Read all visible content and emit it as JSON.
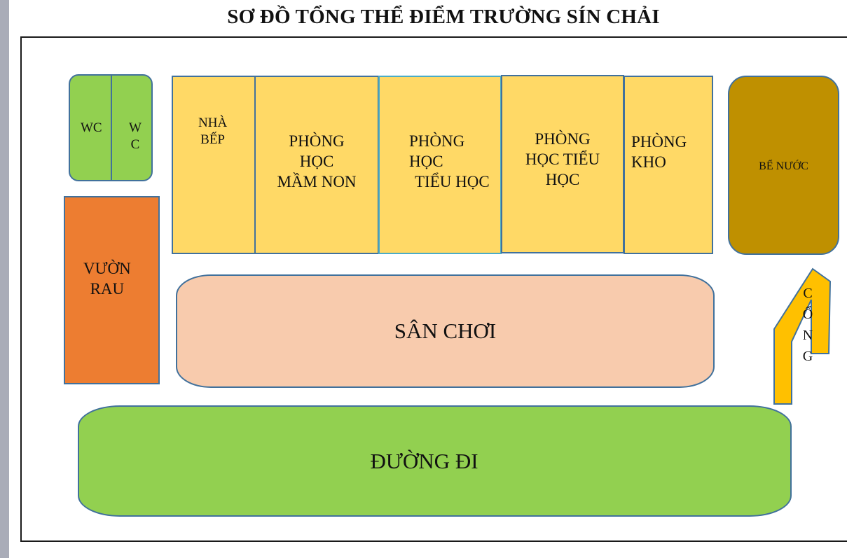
{
  "title": "SƠ ĐỒ TỔNG THỂ ĐIỂM TRƯỜNG SÍN CHẢI",
  "wc": {
    "left": "WC",
    "right_line1": "W",
    "right_line2": "C"
  },
  "rooms": {
    "kitchen": [
      "NHÀ",
      "BẾP"
    ],
    "preschool": [
      "PHÒNG",
      "HỌC",
      "MẦM NON"
    ],
    "primary1": [
      "PHÒNG",
      "HỌC",
      "TIỂU HỌC"
    ],
    "primary2": [
      "PHÒNG",
      "HỌC TIỂU",
      "HỌC"
    ],
    "storage": [
      "PHÒNG",
      "KHO"
    ]
  },
  "water_tank": "BỂ NƯỚC",
  "garden": [
    "VƯỜN",
    "RAU"
  ],
  "playground": "SÂN CHƠI",
  "road": "ĐƯỜNG ĐI",
  "gate": [
    "C",
    "Ổ",
    "N",
    "G"
  ],
  "colors": {
    "room": "#ffd966",
    "green": "#92d050",
    "garden": "#ed7d31",
    "playground": "#f8cbad",
    "water_tank": "#bf9000",
    "gate": "#ffc000",
    "outline": "#41719c"
  }
}
